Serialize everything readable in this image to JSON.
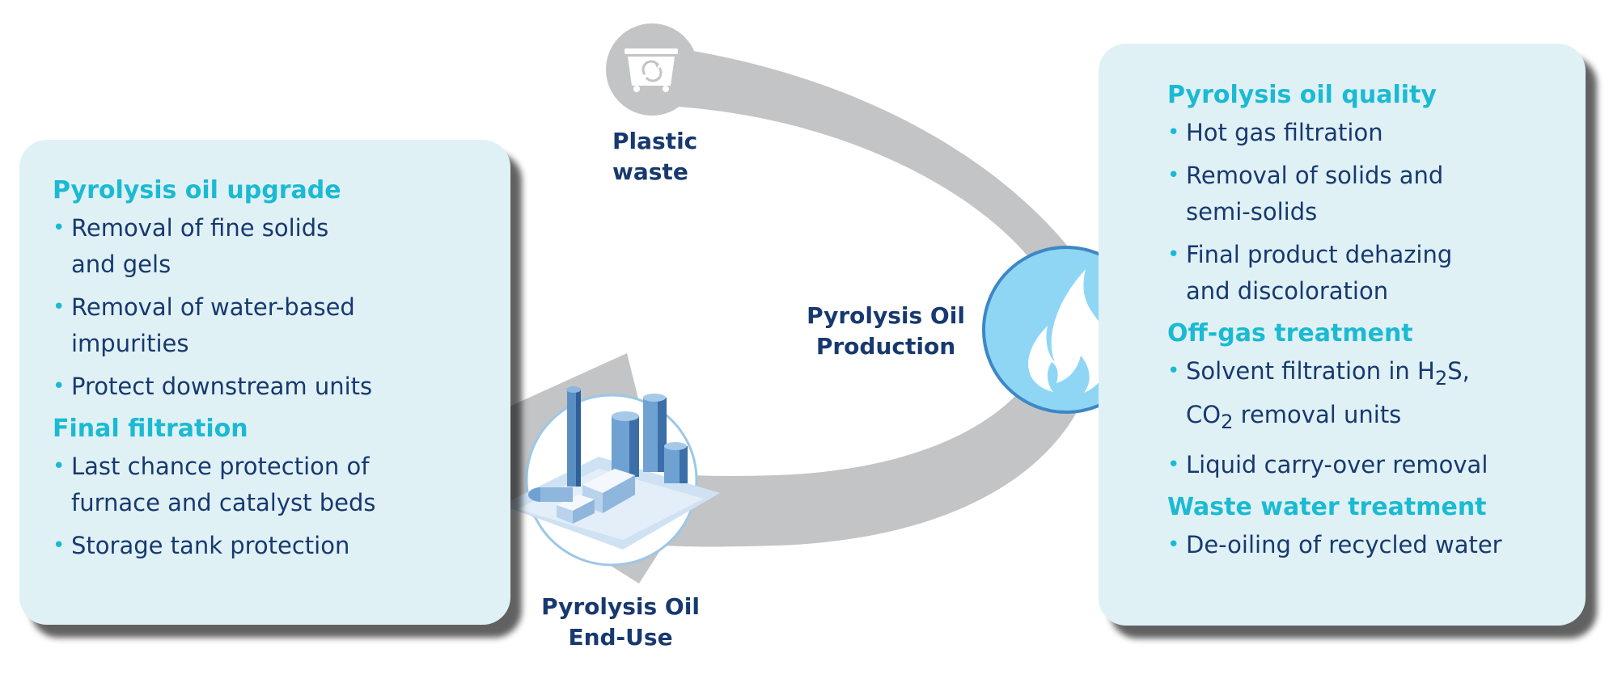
{
  "nodes": {
    "plastic_waste": {
      "line1": "Plastic",
      "line2": "waste",
      "icon": "recycle-dumpster-icon"
    },
    "production": {
      "line1": "Pyrolysis Oil",
      "line2": "Production",
      "icon": "flame-icon"
    },
    "end_use": {
      "line1": "Pyrolysis Oil",
      "line2": "End-Use",
      "icon": "refinery-plant-icon"
    }
  },
  "left_panel": {
    "sections": [
      {
        "title": "Pyrolysis oil upgrade",
        "items": [
          {
            "a": "Removal of fine solids",
            "b": "and gels"
          },
          {
            "a": "Removal of water-based",
            "b": "impurities"
          },
          {
            "a": "Protect downstream units",
            "b": ""
          }
        ]
      },
      {
        "title": "Final filtration",
        "items": [
          {
            "a": "Last chance protection of",
            "b": "furnace and catalyst beds"
          },
          {
            "a": "Storage tank protection",
            "b": ""
          }
        ]
      }
    ]
  },
  "right_panel": {
    "sections": [
      {
        "title": "Pyrolysis oil quality",
        "items": [
          {
            "a": "Hot gas filtration",
            "b": ""
          },
          {
            "a": "Removal of solids and",
            "b": "semi-solids"
          },
          {
            "a": "Final product dehazing",
            "b": "and discoloration"
          }
        ]
      },
      {
        "title": "Off-gas treatment",
        "items": [
          {
            "a1": "Solvent filtration in H",
            "a_sub": "2",
            "a2": "S,",
            "b1": "CO",
            "b_sub": "2",
            "b2": " removal units"
          },
          {
            "a": "Liquid carry-over removal",
            "b": ""
          }
        ]
      },
      {
        "title": "Waste water treatment",
        "items": [
          {
            "a": "De-oiling of recycled water",
            "b": ""
          }
        ]
      }
    ]
  },
  "colors": {
    "panel_bg": "#e0f1f6",
    "title_cyan": "#1bbad2",
    "text_navy": "#17396f",
    "arrow_gray": "#c3c4c6",
    "flame_circle": "#8fd6f5"
  }
}
